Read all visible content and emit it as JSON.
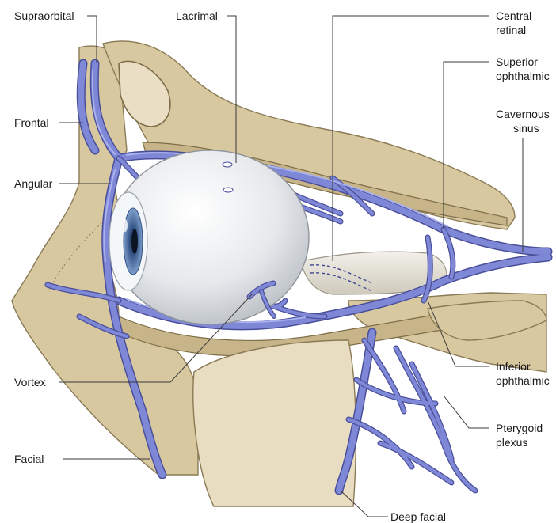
{
  "labels": {
    "supraorbital": "Supraorbital",
    "lacrimal": "Lacrimal",
    "central_retinal_1": "Central",
    "central_retinal_2": "retinal",
    "superior_ophthalmic_1": "Superior",
    "superior_ophthalmic_2": "ophthalmic",
    "frontal": "Frontal",
    "cavernous_sinus_1": "Cavernous",
    "cavernous_sinus_2": "sinus",
    "angular": "Angular",
    "vortex": "Vortex",
    "inferior_ophthalmic_1": "Inferior",
    "inferior_ophthalmic_2": "ophthalmic",
    "pterygoid_plexus_1": "Pterygoid",
    "pterygoid_plexus_2": "plexus",
    "facial": "Facial",
    "deep_facial": "Deep facial"
  },
  "colors": {
    "vein": "#7f88d6",
    "vein_edge": "#4a4f9a",
    "bone": "#d8c8a0",
    "eyeball": "#eef0f2",
    "iris": "#5a7fb0"
  }
}
